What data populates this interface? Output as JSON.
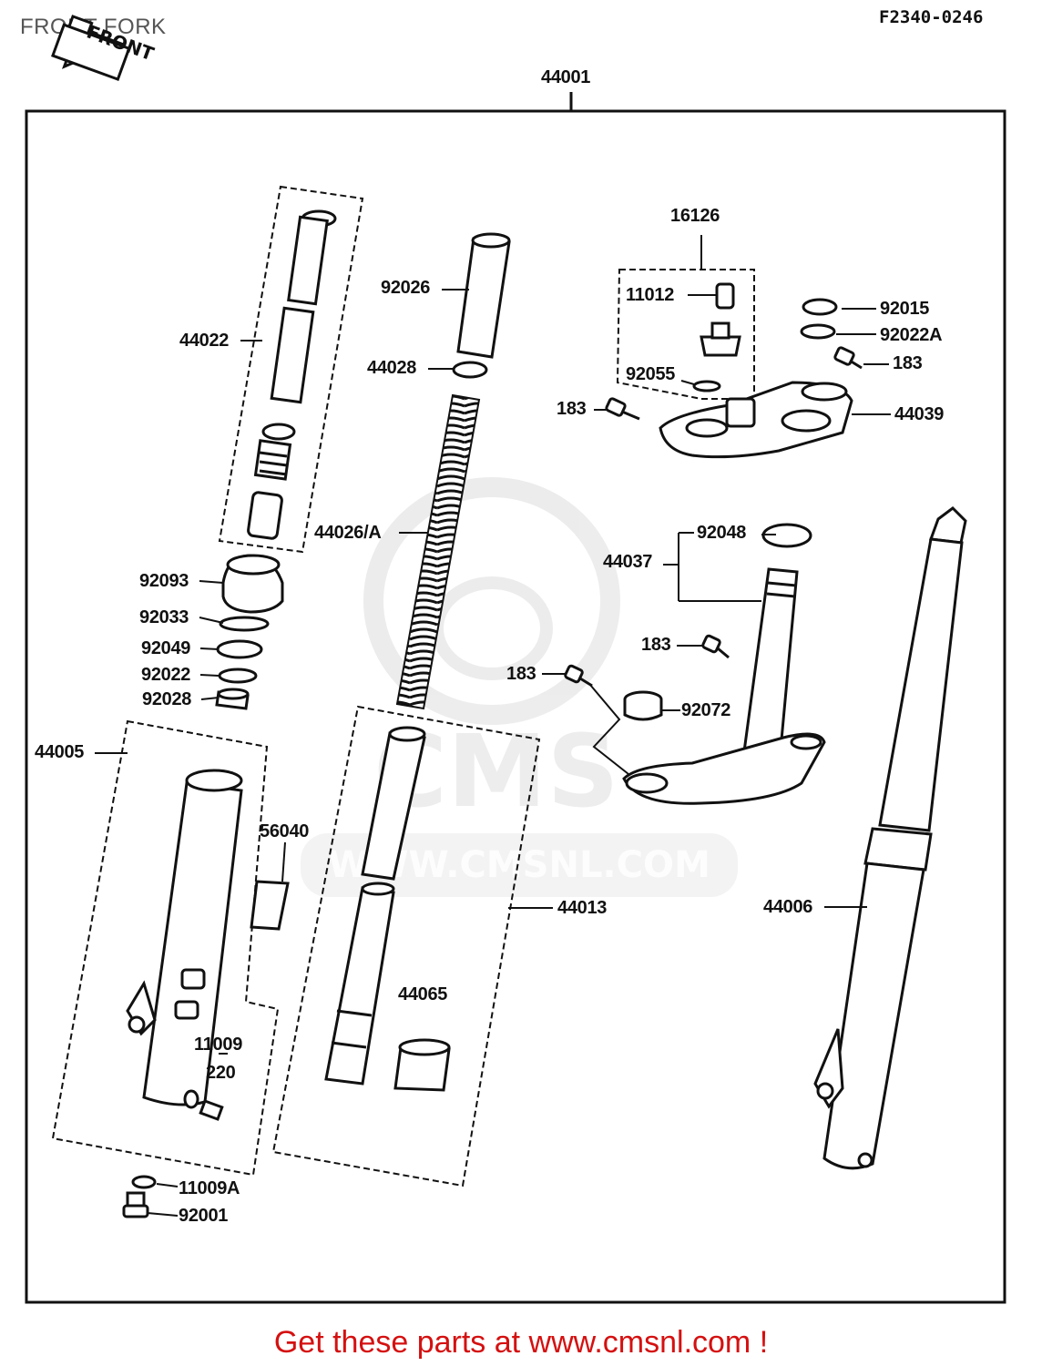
{
  "header": {
    "title": "FRONT FORK",
    "diagram_code": "F2340-0246",
    "direction_badge": "FRONT"
  },
  "watermark": {
    "url": "WWW.CMSNL.COM",
    "logo_text": "CMS"
  },
  "assembly_number": "44001",
  "parts": [
    {
      "id": "p44022",
      "number": "44022"
    },
    {
      "id": "p92026",
      "number": "92026"
    },
    {
      "id": "p44028",
      "number": "44028"
    },
    {
      "id": "p44026A",
      "number": "44026/A"
    },
    {
      "id": "p92093",
      "number": "92093"
    },
    {
      "id": "p92033",
      "number": "92033"
    },
    {
      "id": "p92049",
      "number": "92049"
    },
    {
      "id": "p92022",
      "number": "92022"
    },
    {
      "id": "p92028",
      "number": "92028"
    },
    {
      "id": "p44005",
      "number": "44005"
    },
    {
      "id": "p56040",
      "number": "56040"
    },
    {
      "id": "p44013",
      "number": "44013"
    },
    {
      "id": "p44065",
      "number": "44065"
    },
    {
      "id": "p11009",
      "number": "11009"
    },
    {
      "id": "p220",
      "number": "220"
    },
    {
      "id": "p11009A",
      "number": "11009A"
    },
    {
      "id": "p92001",
      "number": "92001"
    },
    {
      "id": "p16126",
      "number": "16126"
    },
    {
      "id": "p11012",
      "number": "11012"
    },
    {
      "id": "p92055",
      "number": "92055"
    },
    {
      "id": "p183a",
      "number": "183"
    },
    {
      "id": "p92015",
      "number": "92015"
    },
    {
      "id": "p92022A",
      "number": "92022A"
    },
    {
      "id": "p183b",
      "number": "183"
    },
    {
      "id": "p44039",
      "number": "44039"
    },
    {
      "id": "p92048",
      "number": "92048"
    },
    {
      "id": "p44037",
      "number": "44037"
    },
    {
      "id": "p183c",
      "number": "183"
    },
    {
      "id": "p183d",
      "number": "183"
    },
    {
      "id": "p92072",
      "number": "92072"
    },
    {
      "id": "p44006",
      "number": "44006"
    }
  ],
  "footer": {
    "link_text": "Get these parts at www.cmsnl.com !"
  }
}
